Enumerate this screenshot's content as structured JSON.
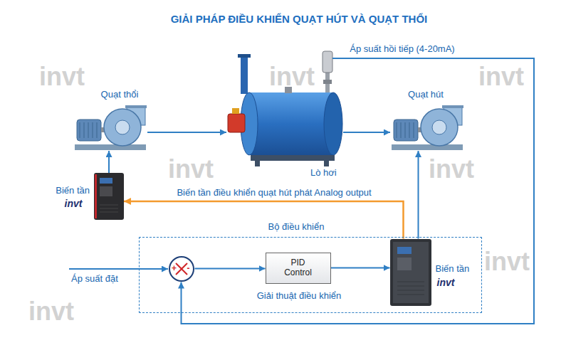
{
  "diagram": {
    "title": "GIẢI PHÁP ĐIỀU KHIỂN QUẠT HÚT VÀ QUẠT THỔI",
    "nodes": [
      {
        "text": [
          "Quạt thổi"
        ]
      },
      {
        "text": [
          "Lò hơi"
        ]
      },
      {
        "text": [
          "Quạt hút"
        ]
      },
      {
        "text": [
          "Biến tần",
          "invt"
        ]
      },
      {
        "text": [
          "Bộ điều khiển"
        ]
      },
      {
        "text": [
          "+",
          "-"
        ],
        "in": 4
      },
      {
        "text": [
          "PID Control"
        ],
        "in": 4
      },
      {
        "text": [
          "Biến tần",
          "invt"
        ],
        "in": 4
      }
    ],
    "edges": [
      {
        "from": 0,
        "to": 1,
        "arrow": "to"
      },
      {
        "from": 1,
        "to": 2,
        "arrow": "to"
      },
      {
        "from": 3,
        "to": 0,
        "arrow": "to"
      },
      {
        "from": 7,
        "to": 3,
        "arrow": "to",
        "label": "Biến tần điều khiển quạt hút phát Analog output"
      },
      {
        "from": 7,
        "to": 2,
        "arrow": "to"
      },
      {
        "from": 5,
        "to": 6,
        "arrow": "to"
      },
      {
        "from": 6,
        "to": 7,
        "arrow": "to"
      },
      {
        "from": 1,
        "to": 5,
        "arrow": "to",
        "label": "Áp suất hồi tiếp (4-20mA)"
      }
    ],
    "labels": [
      "invt",
      "invt",
      "invt",
      "invt",
      "invt",
      "Áp suất đặt",
      "Giải thuật điều khiển",
      "invt",
      "invt"
    ]
  }
}
